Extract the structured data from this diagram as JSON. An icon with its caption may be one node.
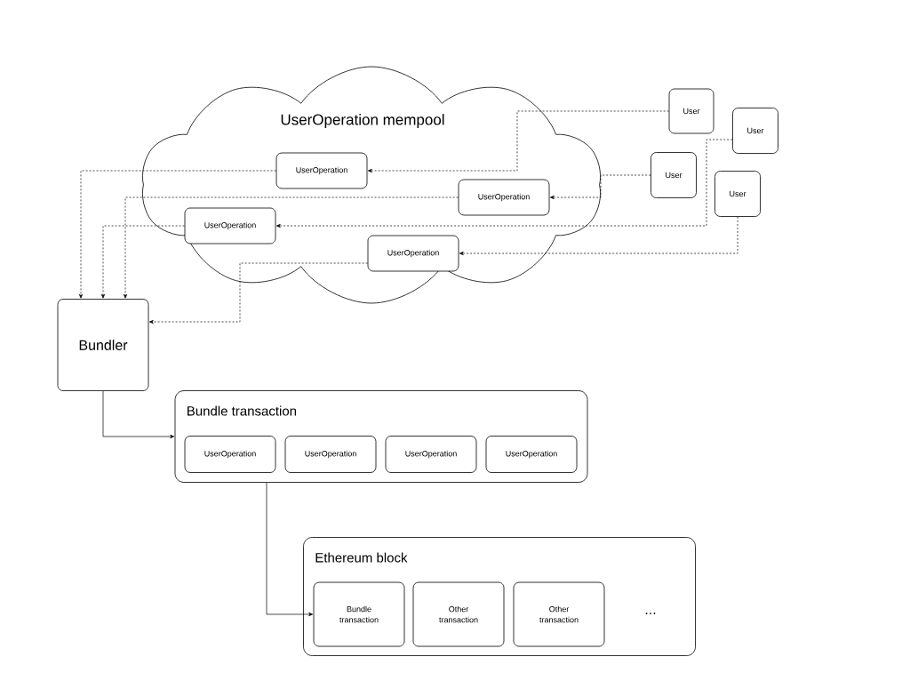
{
  "diagram": {
    "nodes": [
      {
        "text": [
          "UserOperation mempool"
        ]
      },
      {
        "text": [
          "UserOperation"
        ],
        "in": 0
      },
      {
        "text": [
          "UserOperation"
        ],
        "in": 0
      },
      {
        "text": [
          "UserOperation"
        ],
        "in": 0
      },
      {
        "text": [
          "UserOperation"
        ],
        "in": 0
      },
      {
        "text": [
          "User"
        ]
      },
      {
        "text": [
          "User"
        ]
      },
      {
        "text": [
          "User"
        ]
      },
      {
        "text": [
          "User"
        ]
      },
      {
        "text": [
          "Bundler"
        ]
      },
      {
        "text": [
          "Bundle transaction"
        ]
      },
      {
        "text": [
          "UserOperation"
        ],
        "in": 10
      },
      {
        "text": [
          "UserOperation"
        ],
        "in": 10
      },
      {
        "text": [
          "UserOperation"
        ],
        "in": 10
      },
      {
        "text": [
          "UserOperation"
        ],
        "in": 10
      },
      {
        "text": [
          "Ethereum block"
        ]
      },
      {
        "text": [
          "Bundle transaction"
        ],
        "in": 15
      },
      {
        "text": [
          "Other transaction"
        ],
        "in": 15
      },
      {
        "text": [
          "Other transaction"
        ],
        "in": 15
      }
    ],
    "edges": [
      {
        "from": 5,
        "to": 1,
        "arrow": "to",
        "style": "dashed"
      },
      {
        "from": 7,
        "to": 2,
        "arrow": "to",
        "style": "dashed"
      },
      {
        "from": 6,
        "to": 3,
        "arrow": "to",
        "style": "dashed"
      },
      {
        "from": 8,
        "to": 4,
        "arrow": "to",
        "style": "dashed"
      },
      {
        "from": 1,
        "to": 9,
        "arrow": "to",
        "style": "dashed"
      },
      {
        "from": 2,
        "to": 9,
        "arrow": "to",
        "style": "dashed"
      },
      {
        "from": 3,
        "to": 9,
        "arrow": "to",
        "style": "dashed"
      },
      {
        "from": 4,
        "to": 9,
        "arrow": "to",
        "style": "dashed"
      },
      {
        "from": 9,
        "to": 10,
        "arrow": "to"
      },
      {
        "from": 10,
        "to": 16,
        "arrow": "to"
      }
    ],
    "labels": [
      "..."
    ]
  }
}
